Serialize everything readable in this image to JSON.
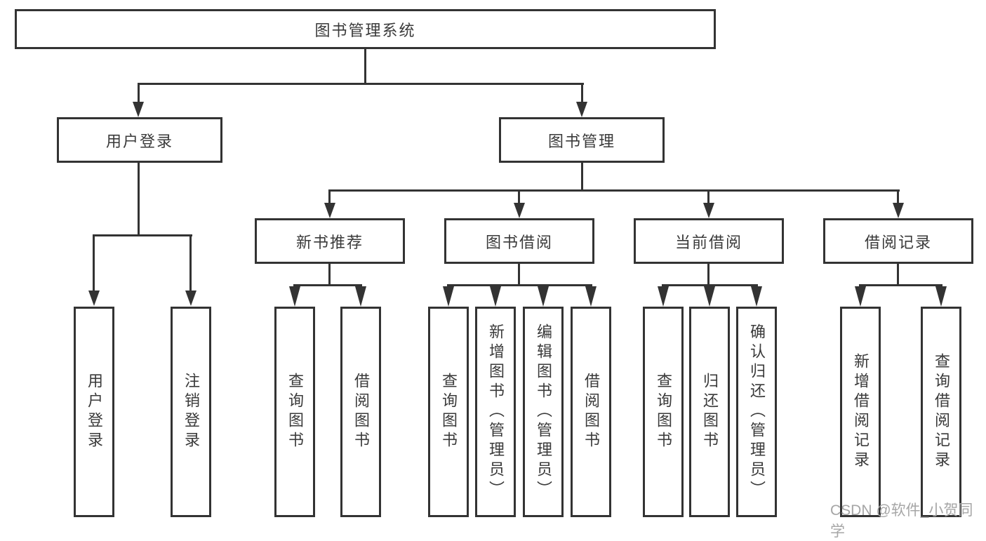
{
  "diagram": {
    "root": {
      "label": "图书管理系统"
    },
    "level2": [
      {
        "label": "用户登录"
      },
      {
        "label": "图书管理"
      }
    ],
    "level3": [
      {
        "label": "新书推荐"
      },
      {
        "label": "图书借阅"
      },
      {
        "label": "当前借阅"
      },
      {
        "label": "借阅记录"
      }
    ],
    "leaves": {
      "user_login": [
        "用户登录",
        "注销登录"
      ],
      "new_book": [
        "查询图书",
        "借阅图书"
      ],
      "book_borrow": [
        "查询图书",
        "新增图书（管理员）",
        "编辑图书（管理员）",
        "借阅图书"
      ],
      "current_borrow": [
        "查询图书",
        "归还图书",
        "确认归还（管理员）"
      ],
      "borrow_records": [
        "新增借阅记录",
        "查询借阅记录"
      ]
    }
  },
  "watermark": {
    "text": "CSDN @软件_小贺同学"
  },
  "colors": {
    "line": "#333333",
    "box_background": "#ffffff",
    "text": "#3a3a3a",
    "watermark": "#a6a6a6"
  }
}
